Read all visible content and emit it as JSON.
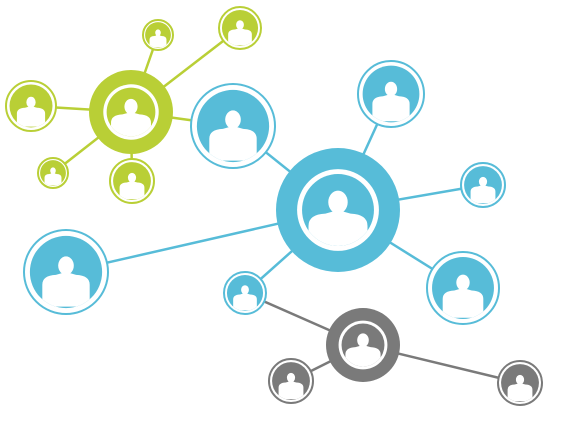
{
  "colors": {
    "green": "#b9cf36",
    "blue": "#57bcd8",
    "gray": "#7a7a7a",
    "ring": "#ffffff",
    "person": "#ffffff"
  },
  "icon": "person-avatar-icon",
  "groups": [
    {
      "id": "green",
      "hub": "green-hub",
      "members": [
        "green-1",
        "green-2",
        "green-3",
        "green-4",
        "green-5"
      ]
    },
    {
      "id": "blue",
      "hub": "blue-hub",
      "members": [
        "blue-1",
        "blue-2",
        "blue-3",
        "blue-4",
        "blue-5",
        "blue-6",
        "blue-7"
      ]
    },
    {
      "id": "gray",
      "hub": "gray-hub",
      "members": [
        "blue-6",
        "gray-1",
        "gray-2"
      ]
    }
  ]
}
